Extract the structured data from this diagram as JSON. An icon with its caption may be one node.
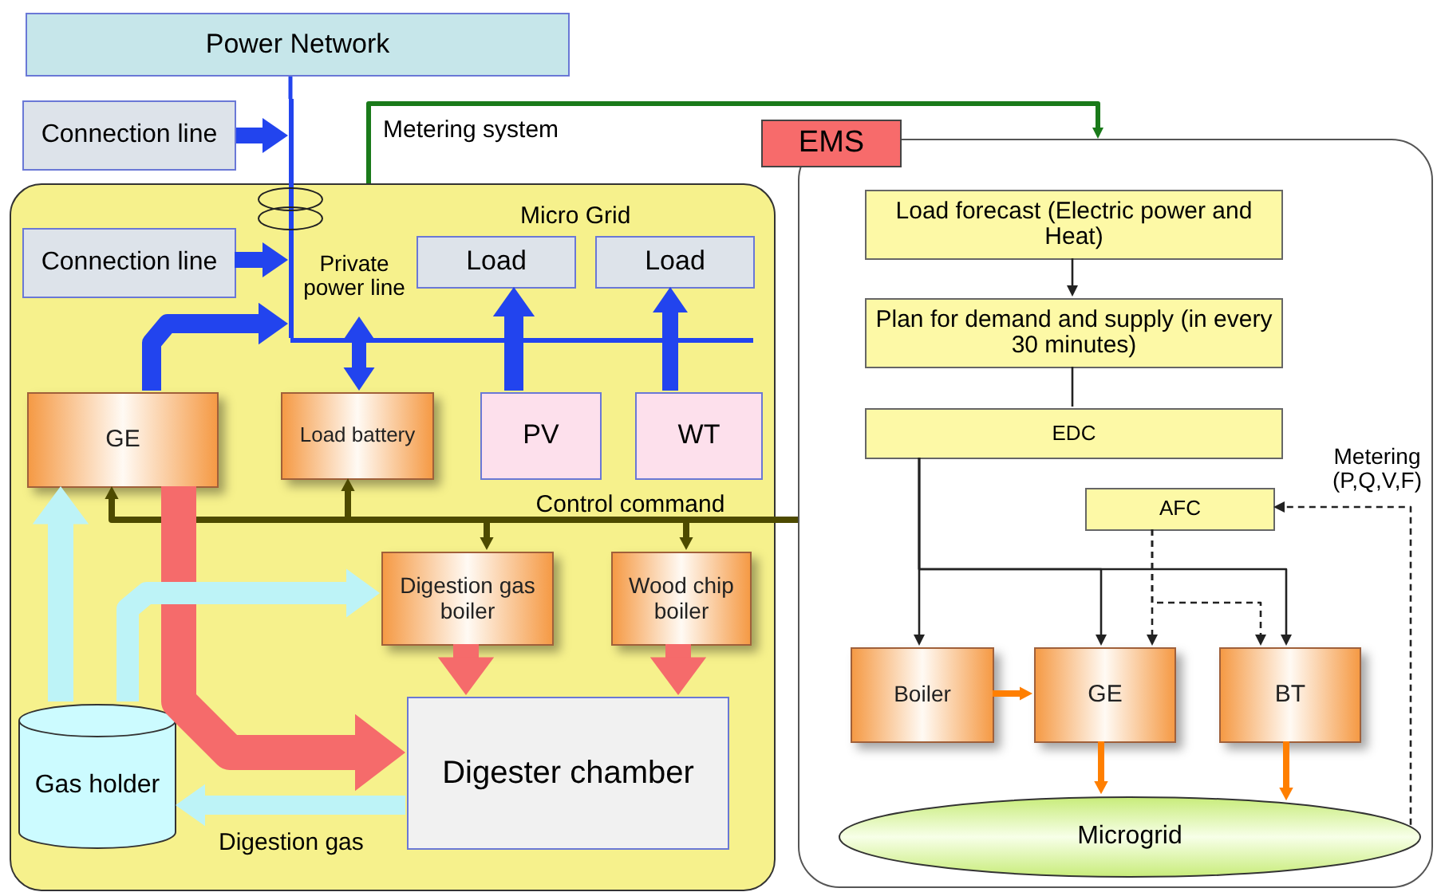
{
  "diagram": {
    "nodes": [
      {
        "text": [
          "Power Network"
        ]
      },
      {
        "text": [
          "Connection line"
        ]
      },
      {
        "text": [
          "Micro Grid"
        ]
      },
      {
        "text": [
          "Connection line"
        ],
        "in": 2
      },
      {
        "text": [
          "Load"
        ],
        "in": 2
      },
      {
        "text": [
          "Load"
        ],
        "in": 2
      },
      {
        "text": [
          "GE"
        ],
        "in": 2
      },
      {
        "text": [
          "Load battery"
        ],
        "in": 2
      },
      {
        "text": [
          "PV"
        ],
        "in": 2
      },
      {
        "text": [
          "WT"
        ],
        "in": 2
      },
      {
        "text": [
          "Digestion gas boiler"
        ],
        "in": 2
      },
      {
        "text": [
          "Wood chip boiler"
        ],
        "in": 2
      },
      {
        "text": [
          "Gas holder"
        ],
        "in": 2
      },
      {
        "text": [
          "Digester chamber"
        ],
        "in": 2
      },
      {
        "text": [
          "EMS"
        ]
      },
      {
        "text": [],
        "shape": "box"
      },
      {
        "text": [
          "Load forecast (Electric power and Heat)"
        ],
        "in": 15
      },
      {
        "text": [
          "Plan for demand and supply (in every 30 minutes)"
        ],
        "in": 15
      },
      {
        "text": [
          "EDC"
        ],
        "in": 15
      },
      {
        "text": [
          "AFC"
        ],
        "in": 15
      },
      {
        "text": [
          "Boiler"
        ],
        "in": 15
      },
      {
        "text": [
          "GE"
        ],
        "in": 15
      },
      {
        "text": [
          "BT"
        ],
        "in": 15
      },
      {
        "text": [
          "Microgrid"
        ],
        "in": 15
      },
      {
        "text": [],
        "shape": "bar"
      },
      {
        "text": [],
        "shape": "bar",
        "in": 2
      }
    ],
    "edges": [
      {
        "from": 0,
        "to": 24,
        "arrow": "none",
        "color": "#2244ee"
      },
      {
        "from": 1,
        "to": 24,
        "arrow": "to",
        "style": "thick",
        "color": "#2244ee"
      },
      {
        "from": 3,
        "to": 24,
        "arrow": "to",
        "style": "thick",
        "color": "#2244ee"
      },
      {
        "from": 6,
        "to": 24,
        "arrow": "to",
        "style": "thick",
        "color": "#2244ee"
      },
      {
        "from": 25,
        "to": 7,
        "arrow": "both",
        "style": "thick",
        "color": "#2244ee"
      },
      {
        "from": 8,
        "to": 4,
        "arrow": "to",
        "style": "thick",
        "color": "#2244ee"
      },
      {
        "from": 9,
        "to": 5,
        "arrow": "to",
        "style": "thick",
        "color": "#2244ee"
      },
      {
        "from": 2,
        "to": 15,
        "arrow": "to",
        "label": "Metering system",
        "color": "#1a7a1a"
      },
      {
        "from": 15,
        "to": 6,
        "arrow": "to",
        "color": "#4d4a00"
      },
      {
        "from": 15,
        "to": 7,
        "arrow": "to",
        "color": "#4d4a00"
      },
      {
        "from": 15,
        "to": 10,
        "arrow": "to",
        "color": "#4d4a00"
      },
      {
        "from": 15,
        "to": 11,
        "arrow": "to",
        "color": "#4d4a00"
      },
      {
        "from": 6,
        "to": 13,
        "arrow": "to",
        "style": "thick",
        "color": "#f56b6b"
      },
      {
        "from": 10,
        "to": 13,
        "arrow": "to",
        "style": "thick",
        "color": "#f56b6b"
      },
      {
        "from": 11,
        "to": 13,
        "arrow": "to",
        "style": "thick",
        "color": "#f56b6b"
      },
      {
        "from": 12,
        "to": 6,
        "arrow": "to",
        "style": "thick",
        "color": "#bdf3f7"
      },
      {
        "from": 12,
        "to": 10,
        "arrow": "to",
        "style": "thick",
        "color": "#bdf3f7"
      },
      {
        "from": 13,
        "to": 12,
        "arrow": "to",
        "label": "Digestion gas",
        "style": "thick",
        "color": "#bdf3f7"
      },
      {
        "from": 16,
        "to": 17,
        "arrow": "to"
      },
      {
        "from": 17,
        "to": 18,
        "arrow": "none"
      },
      {
        "from": 18,
        "to": 20,
        "arrow": "to"
      },
      {
        "from": 18,
        "to": 21,
        "arrow": "to"
      },
      {
        "from": 18,
        "to": 22,
        "arrow": "to"
      },
      {
        "from": 19,
        "to": 21,
        "arrow": "to",
        "style": "dashed"
      },
      {
        "from": 19,
        "to": 22,
        "arrow": "to",
        "style": "dashed"
      },
      {
        "from": 23,
        "to": 19,
        "arrow": "to",
        "style": "dashed"
      },
      {
        "from": 20,
        "to": 21,
        "arrow": "to",
        "color": "#ff7f00"
      },
      {
        "from": 21,
        "to": 23,
        "arrow": "to",
        "color": "#ff7f00"
      },
      {
        "from": 22,
        "to": 23,
        "arrow": "to",
        "color": "#ff7f00"
      }
    ],
    "labels": [
      "Private power line",
      "Control command",
      "Metering (P,Q,V,F)"
    ]
  }
}
